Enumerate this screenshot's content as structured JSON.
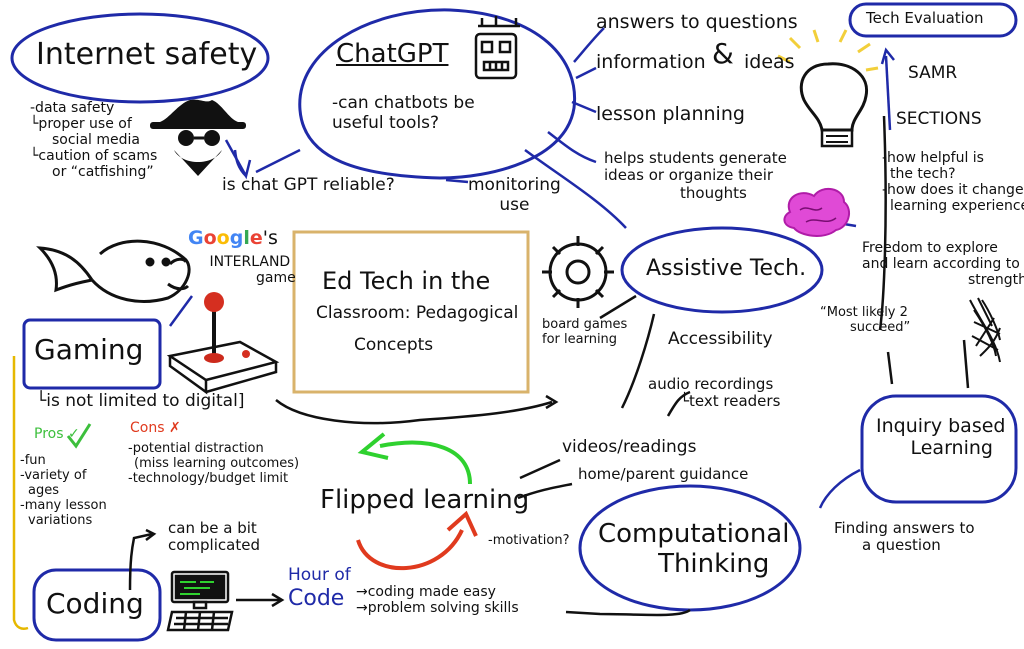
{
  "center_title": [
    "Ed Tech in the",
    "Classroom: Pedagogical",
    "Concepts"
  ],
  "internet_safety": {
    "title": "Internet safety",
    "items": [
      "-data safety",
      "└proper use of",
      "social media",
      "└caution of scams",
      "or “catfishing”"
    ]
  },
  "chatgpt": {
    "title": "ChatGPT",
    "question": [
      "-can chatbots be",
      "useful tools?"
    ],
    "reliable": "is chat GPT reliable?",
    "monitoring": [
      "monitoring",
      "use"
    ],
    "branches": [
      "answers to questions",
      "information",
      "&",
      "ideas",
      "lesson planning"
    ],
    "helps": [
      "helps students generate",
      "ideas or organize their",
      "thoughts"
    ]
  },
  "tech_evaluation": {
    "title": "Tech Evaluation",
    "samr": "SAMR",
    "sections": "SECTIONS",
    "items": [
      "-how helpful is",
      "the tech?",
      "-how does it change",
      "learning experience?"
    ]
  },
  "assistive": {
    "title": "Assistive Tech.",
    "board_games": [
      "board games",
      "for learning"
    ],
    "accessibility": "Accessibility",
    "audio": [
      "audio recordings",
      "└text readers"
    ],
    "freedom": [
      "Freedom to explore",
      "and learn according to",
      "strengths"
    ],
    "likely": [
      "“Most likely 2",
      "succeed”"
    ]
  },
  "gaming": {
    "title": "Gaming",
    "google": [
      "G",
      "o",
      "o",
      "g",
      "l",
      "e"
    ],
    "google_suffix": "'s",
    "interland": [
      "INTERLAND",
      "game"
    ],
    "not_limited": "└is not limited to digital]",
    "pros_label": "Pros ✓",
    "cons_label": "Cons ✗",
    "pros": [
      "-fun",
      "-variety of",
      "ages",
      "-many lesson",
      "variations"
    ],
    "cons": [
      "-potential distraction",
      "(miss learning outcomes)",
      "-technology/budget limit"
    ]
  },
  "coding": {
    "title": "Coding",
    "complicated": [
      "can be a bit",
      "complicated"
    ],
    "hour": [
      "Hour of",
      "Code"
    ],
    "results": [
      "→coding made easy",
      "→problem solving skills"
    ]
  },
  "flipped": {
    "title": "Flipped learning",
    "videos": "videos/readings",
    "home": "home/parent guidance",
    "motivation": "-motivation?"
  },
  "computational": {
    "title": [
      "Computational",
      "Thinking"
    ]
  },
  "inquiry": {
    "title": [
      "Inquiry based",
      "Learning"
    ],
    "finding": [
      "Finding answers to",
      "a question"
    ]
  },
  "colors": {
    "ink": "#111111",
    "bubble": "#1f2aa8",
    "center_border": "#d9b36b",
    "pros": "#3cbf3c",
    "cons": "#e03a1e",
    "hour_of_code": "#1f2aa8",
    "arrow_green": "#2fd12f",
    "arrow_red": "#e03a1e",
    "brain": "#e04ad6",
    "bulb_rays": "#f2cf3a",
    "yellow_line": "#e6b800"
  },
  "google_colors": [
    "#4285F4",
    "#EA4335",
    "#FBBC05",
    "#4285F4",
    "#34A853",
    "#EA4335"
  ],
  "icons": [
    "spy-icon",
    "robot-icon",
    "lightbulb-icon",
    "brain-icon",
    "gear-icon",
    "fish-icon",
    "joystick-icon",
    "computer-icon",
    "tree-sketch-icon",
    "flipped-cycle-arrows"
  ]
}
